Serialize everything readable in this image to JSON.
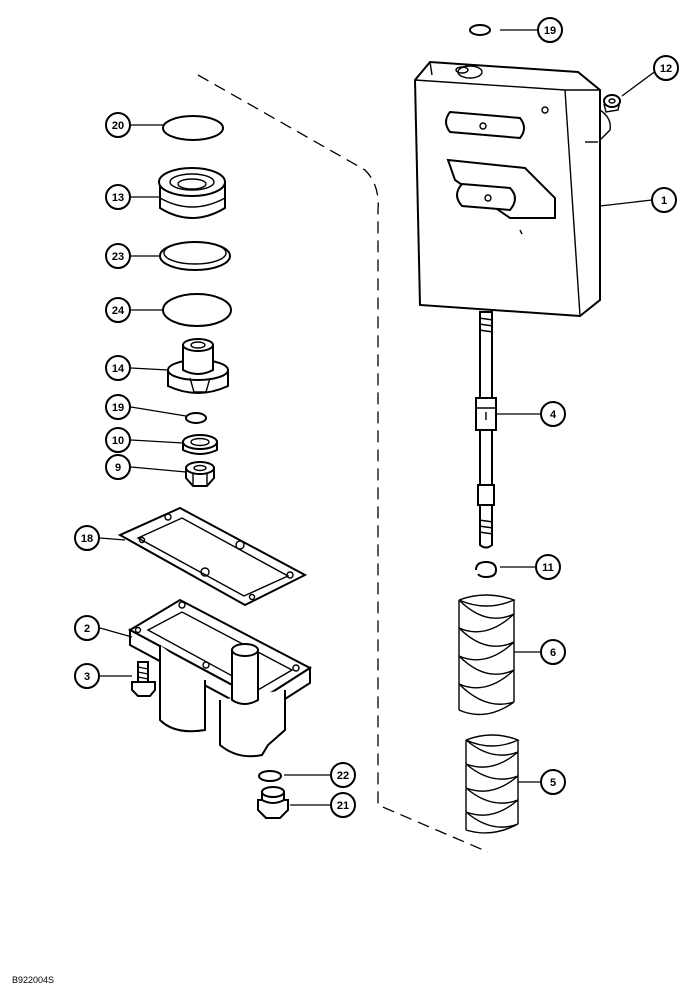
{
  "reference_code": "B922004S",
  "callouts": [
    {
      "label": "19",
      "part": "o-ring-top"
    },
    {
      "label": "12",
      "part": "fitting"
    },
    {
      "label": "1",
      "part": "valve-housing"
    },
    {
      "label": "20",
      "part": "o-ring-large"
    },
    {
      "label": "13",
      "part": "seal-bushing"
    },
    {
      "label": "23",
      "part": "ring-23"
    },
    {
      "label": "24",
      "part": "ring-24"
    },
    {
      "label": "14",
      "part": "piston"
    },
    {
      "label": "19",
      "part": "o-ring-small"
    },
    {
      "label": "10",
      "part": "washer"
    },
    {
      "label": "9",
      "part": "nut"
    },
    {
      "label": "4",
      "part": "spool-shaft"
    },
    {
      "label": "18",
      "part": "gasket"
    },
    {
      "label": "11",
      "part": "snap-ring"
    },
    {
      "label": "2",
      "part": "cover"
    },
    {
      "label": "6",
      "part": "spring-upper"
    },
    {
      "label": "3",
      "part": "bolt"
    },
    {
      "label": "5",
      "part": "spring-lower"
    },
    {
      "label": "22",
      "part": "o-ring-plug"
    },
    {
      "label": "21",
      "part": "plug"
    }
  ]
}
